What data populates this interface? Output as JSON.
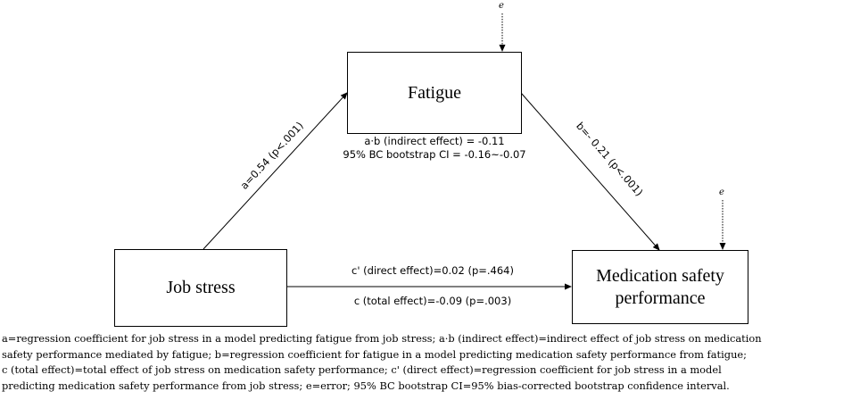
{
  "nodes": {
    "fatigue": "Fatigue",
    "job_stress": "Job stress",
    "medication_line1": "Medication safety",
    "medication_line2": "performance"
  },
  "paths": {
    "a_label": "a=0.54 (p<.001)",
    "b_label": "b=- 0.21 (p<.001)",
    "c_prime_label": "c' (direct effect)=0.02 (p=.464)",
    "c_label": "c (total effect)=-0.09 (p=.003)"
  },
  "indirect": {
    "line1": "a·b (indirect effect) = -0.11",
    "line2": "95% BC bootstrap CI = -0.16~-0.07"
  },
  "error_label": "e",
  "footnote": {
    "line1": "a=regression coefficient for job stress in a model predicting fatigue from job stress; a·b (indirect effect)=indirect effect of job stress on medication",
    "line2": "safety performance mediated by fatigue; b=regression coefficient for fatigue in a model predicting medication safety performance from fatigue;",
    "line3": "c (total effect)=total effect of job stress on medication safety performance; c' (direct effect)=regression coefficient for job stress in a model",
    "line4": "predicting medication safety performance from job stress; e=error; 95% BC bootstrap CI=95% bias-corrected bootstrap confidence interval."
  }
}
